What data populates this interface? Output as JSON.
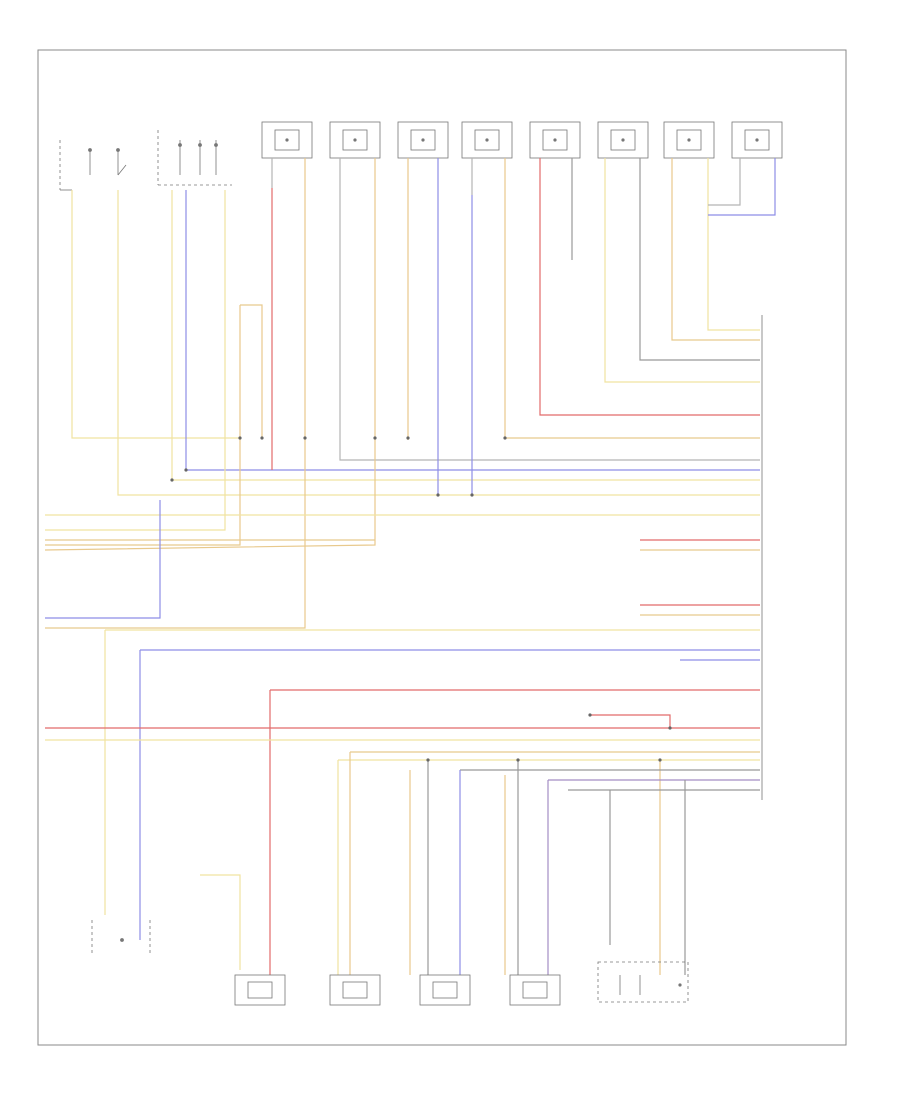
{
  "diagram": {
    "footer_code": "",
    "colors": {
      "frame": "#888888",
      "component_outline": "#666666",
      "wire_red": "#e26b6b",
      "wire_yellow": "#f1e3a0",
      "wire_orange": "#e8c98d",
      "wire_blue": "#7f7fe6",
      "wire_purple": "#a48ec4",
      "wire_gray": "#b5b5b5",
      "wire_dark": "#777777"
    },
    "components": [
      {
        "id": "top-switch-1",
        "icon": "switch-icon",
        "label": ""
      },
      {
        "id": "top-switch-2",
        "icon": "switch-icon",
        "label": ""
      },
      {
        "id": "top-module-1",
        "icon": "module-icon",
        "label": ""
      },
      {
        "id": "top-module-2",
        "icon": "module-icon",
        "label": ""
      },
      {
        "id": "top-module-3",
        "icon": "module-icon",
        "label": ""
      },
      {
        "id": "top-module-4",
        "icon": "module-icon",
        "label": ""
      },
      {
        "id": "top-module-5",
        "icon": "module-icon",
        "label": ""
      },
      {
        "id": "top-module-6",
        "icon": "module-icon",
        "label": ""
      },
      {
        "id": "top-module-7",
        "icon": "module-icon",
        "label": ""
      },
      {
        "id": "top-module-8",
        "icon": "module-icon",
        "label": ""
      },
      {
        "id": "bottom-sensor-1",
        "icon": "sensor-icon",
        "label": ""
      },
      {
        "id": "bottom-module-1",
        "icon": "module-icon",
        "label": ""
      },
      {
        "id": "bottom-module-2",
        "icon": "module-icon",
        "label": ""
      },
      {
        "id": "bottom-module-3",
        "icon": "module-icon",
        "label": ""
      },
      {
        "id": "bottom-module-4",
        "icon": "module-icon",
        "label": ""
      },
      {
        "id": "bottom-switch-1",
        "icon": "switch-icon",
        "label": ""
      }
    ]
  }
}
